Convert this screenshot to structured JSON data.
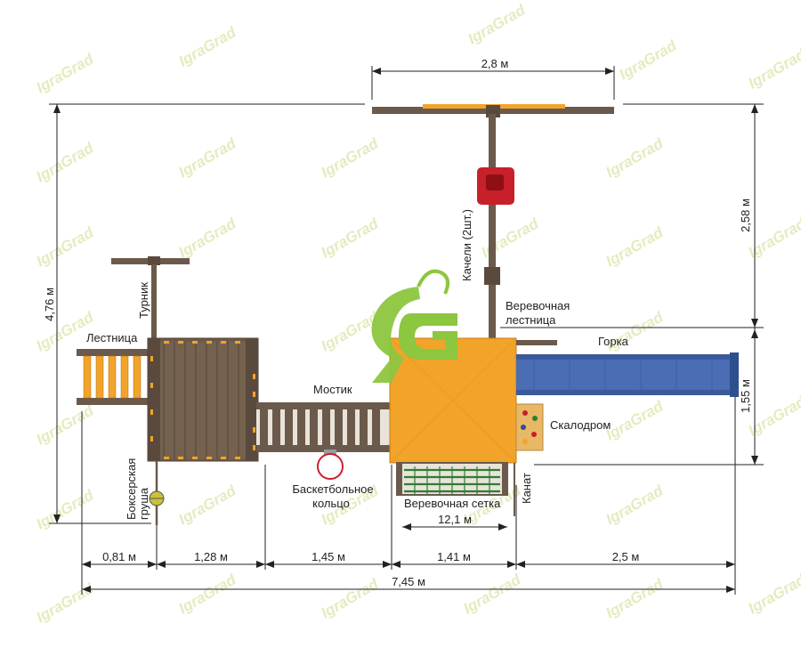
{
  "dimensions": {
    "top_width": "2,8 м",
    "total_height": "4,76 м",
    "swing_height": "2,58 м",
    "slide_height": "1,55 м",
    "net_width": "12,1 м",
    "seg_1": "0,81 м",
    "seg_2": "1,28 м",
    "seg_3": "1,45 м",
    "seg_4": "1,41 м",
    "seg_5": "2,5 м",
    "total_width": "7,45 м"
  },
  "labels": {
    "turnik": "Турник",
    "ladder": "Лестница",
    "bridge": "Мостик",
    "basketball_1": "Баскетбольное",
    "basketball_2": "кольцо",
    "boxing_1": "Боксерская",
    "boxing_2": "груша",
    "swings": "Качели (2шт.)",
    "rope_ladder_1": "Веревочная",
    "rope_ladder_2": "лестница",
    "slide": "Горка",
    "climbing_wall": "Скалодром",
    "rope": "Канат",
    "rope_net": "Веревочная сетка"
  },
  "watermark": "IgraGrad",
  "colors": {
    "wood_dark": "#6b5a4b",
    "roof": "#f2a32a",
    "slide": "#4a6db3",
    "swing_seat": "#c8202a",
    "rope_net": "#2e7d32",
    "logo": "#8dc63f",
    "watermark": "#e3ecbf"
  },
  "icons": [
    "logo-icon",
    "swing-seat-icon",
    "basketball-hoop-icon",
    "boxing-bag-icon",
    "climbing-holds-icon"
  ]
}
